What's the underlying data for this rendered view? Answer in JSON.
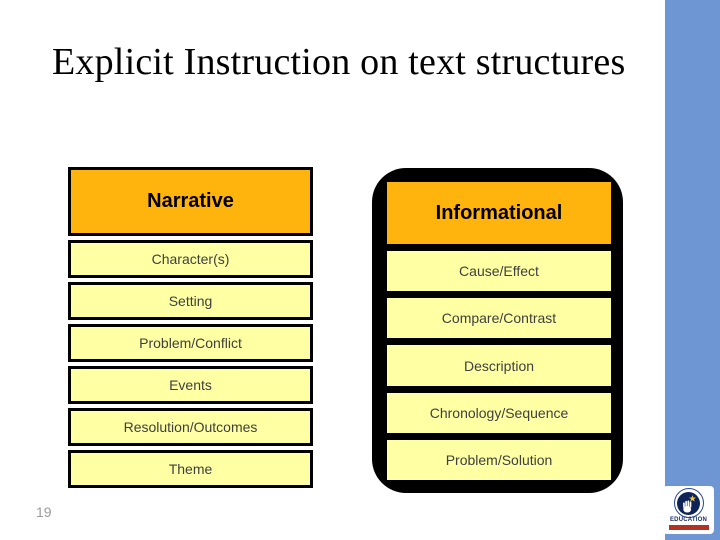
{
  "slide": {
    "title": "Explicit Instruction on text structures",
    "page_number": "19"
  },
  "narrative": {
    "header": "Narrative",
    "items": [
      "Character(s)",
      "Setting",
      "Problem/Conflict",
      "Events",
      "Resolution/Outcomes",
      "Theme"
    ]
  },
  "informational": {
    "header": "Informational",
    "items": [
      "Cause/Effect",
      "Compare/Contrast",
      "Description",
      "Chronology/Sequence",
      "Problem/Solution"
    ]
  },
  "logo": {
    "label": "EDUCATION",
    "icons": [
      "seal-icon",
      "star-icon",
      "hand-icon"
    ]
  },
  "colors": {
    "header_orange": "#FFB30D",
    "item_yellow": "#FFFFA3",
    "sidebar_blue": "#6E96D2",
    "panel_black": "#000000",
    "logo_navy": "#0E2357",
    "logo_red": "#B23226",
    "page_number_gray": "#9B9B9B"
  }
}
